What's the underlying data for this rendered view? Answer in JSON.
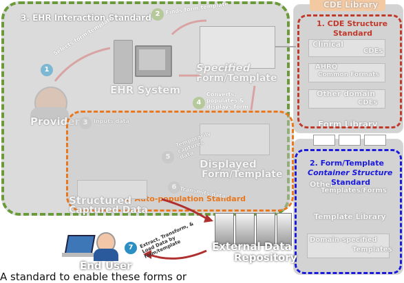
{
  "ehr_standard": {
    "title": "3. EHR Interaction Standard",
    "color": "#6a9a3a"
  },
  "cde_library": {
    "title": "CDE Library"
  },
  "cde_structure": {
    "title_line1": "1. CDE Structure",
    "title_line2": "Standard",
    "color": "#c0392b"
  },
  "cde_items": [
    "Clinical",
    "CDEs",
    "AHRQ",
    "Common Formats",
    "Other domain",
    "CDEs"
  ],
  "form_library": {
    "title": "Form Library"
  },
  "container_standard": {
    "line1": "2. Form/Template",
    "line2": "Container Structure",
    "line3": "Standard",
    "color": "#1a1adb"
  },
  "template_library": {
    "items": [
      "Other",
      "Templates/Forms",
      "Template Library",
      "Domain-specified",
      "Templates"
    ]
  },
  "auto_population": {
    "title": "4. Auto-population Standard",
    "color": "#e8771e"
  },
  "labels": {
    "provider": "Provider",
    "ehr_system": "EHR System",
    "specified_form_line1": "Specified",
    "specified_form_line2": "Form/Template",
    "displayed_form_line1": "Displayed",
    "displayed_form_line2": "Form/Template",
    "structured_data_line1": "Structured",
    "structured_data_line2": "Captured Data",
    "external_repo_line1": "External Data",
    "external_repo_line2": "Repository",
    "end_user": "End User"
  },
  "steps": [
    {
      "num": "1",
      "text": "Selects form/template"
    },
    {
      "num": "2",
      "text": "Finds form/template"
    },
    {
      "num": "3",
      "text": "Inputs data"
    },
    {
      "num": "4",
      "text": "Converts, populates & displays form"
    },
    {
      "num": "5",
      "text": "Temporarily captures data"
    },
    {
      "num": "6",
      "text": "Transmits data"
    },
    {
      "num": "7",
      "text": "Extract, Transform, & Load Data by form/template"
    }
  ],
  "caption": "A standard to enable these forms or"
}
